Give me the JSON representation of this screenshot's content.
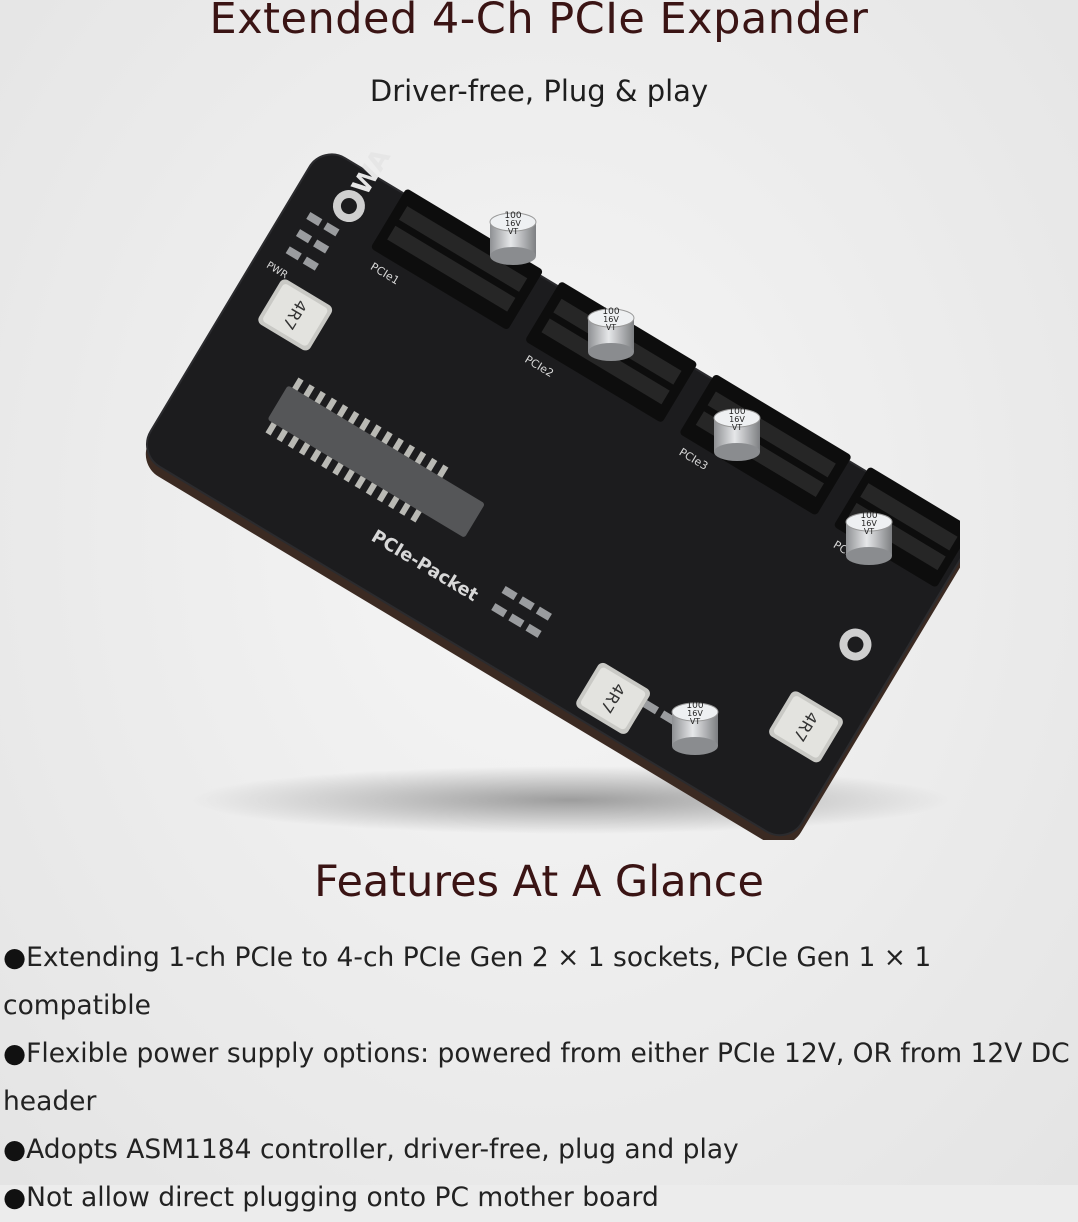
{
  "header": {
    "title": "Extended 4-Ch PCIe Expander",
    "subtitle": "Driver-free, Plug & play"
  },
  "product": {
    "logo_text": "WA",
    "inductor_label": "4R7",
    "capacitor_label_1": "100",
    "capacitor_label_2": "16V",
    "capacitor_label_3": "VT",
    "slot_labels": [
      "PCIe1",
      "PCIe2",
      "PCIe3",
      "PCIe4"
    ],
    "board_label": "PCIe-Packet",
    "pwr_label": "PWR",
    "colors": {
      "pcb": "#1c1c1e",
      "slot": "#0d0d0d",
      "capacitor": "#cfd0d2",
      "inductor": "#d9d9d6"
    }
  },
  "features": {
    "title": "Features At A Glance",
    "bullet": "●",
    "items": [
      "Extending 1-ch PCIe to 4-ch PCIe Gen 2 × 1 sockets, PCIe Gen 1 × 1 compatible",
      "Flexible power supply options: powered from either PCIe 12V, OR from 12V DC header",
      "Adopts ASM1184 controller, driver-free, plug and play",
      "Not allow direct plugging onto PC mother board"
    ]
  }
}
